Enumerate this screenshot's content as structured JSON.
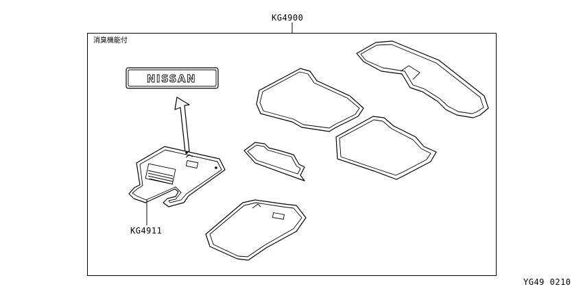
{
  "diagram": {
    "assembly_part": "KG4900",
    "note": "消臭機能付",
    "subpart": "KG4911",
    "badge_text": "NISSAN",
    "drawing_code": "YG49  0210"
  }
}
